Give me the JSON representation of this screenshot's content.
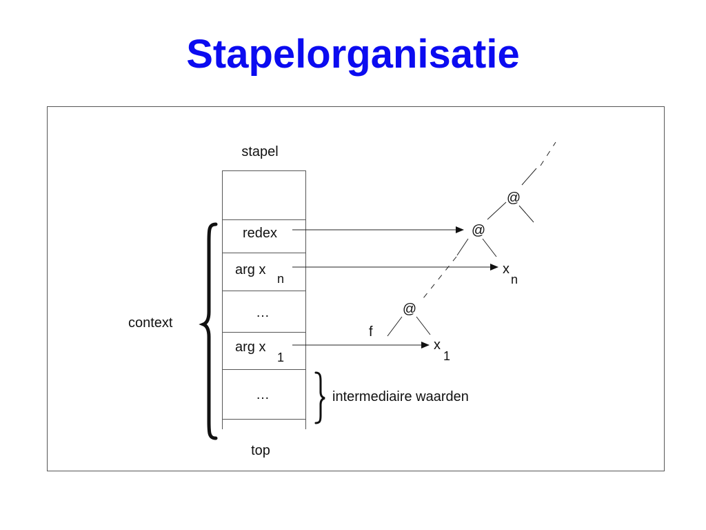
{
  "title": "Stapelorganisatie",
  "stack": {
    "header": "stapel",
    "footer": "top",
    "cells": [
      "",
      "redex",
      "arg x",
      "…",
      "arg x",
      "…",
      ""
    ],
    "sub_n": "n",
    "sub_1": "1"
  },
  "labels": {
    "context": "context",
    "intermediate": "intermediaire waarden",
    "f": "f",
    "x": "x",
    "sub_n": "n",
    "sub_1": "1",
    "at": "@"
  },
  "colors": {
    "title": "#0b0bf0",
    "line": "#222222",
    "frame": "#555555"
  }
}
